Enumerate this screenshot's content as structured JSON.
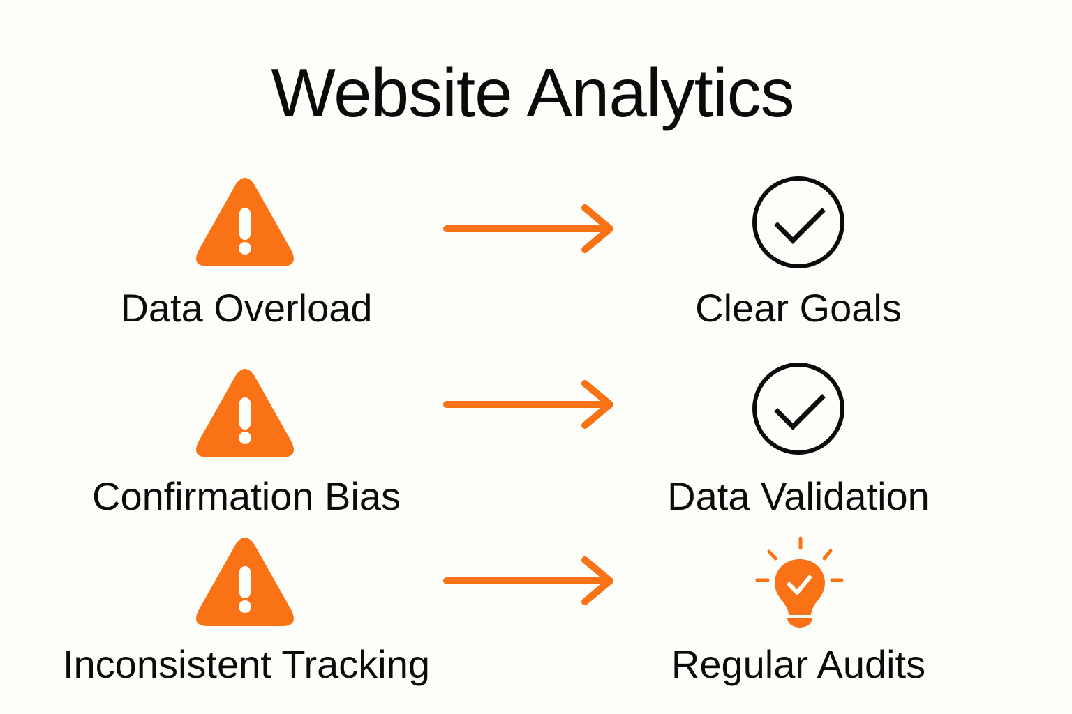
{
  "title": "Website Analytics",
  "colors": {
    "background": "#fdfdf9",
    "accent": "#f97316",
    "text": "#0a0c0b"
  },
  "rows": [
    {
      "problem": {
        "label": "Data Overload",
        "icon": "warning-triangle-icon"
      },
      "connector": "arrow-right-icon",
      "solution": {
        "label": "Clear Goals",
        "icon": "check-circle-icon"
      }
    },
    {
      "problem": {
        "label": "Confirmation Bias",
        "icon": "warning-triangle-icon"
      },
      "connector": "arrow-right-icon",
      "solution": {
        "label": "Data Validation",
        "icon": "check-circle-icon"
      }
    },
    {
      "problem": {
        "label": "Inconsistent Tracking",
        "icon": "warning-triangle-icon"
      },
      "connector": "arrow-right-icon",
      "solution": {
        "label": "Regular Audits",
        "icon": "lightbulb-check-icon"
      }
    }
  ]
}
